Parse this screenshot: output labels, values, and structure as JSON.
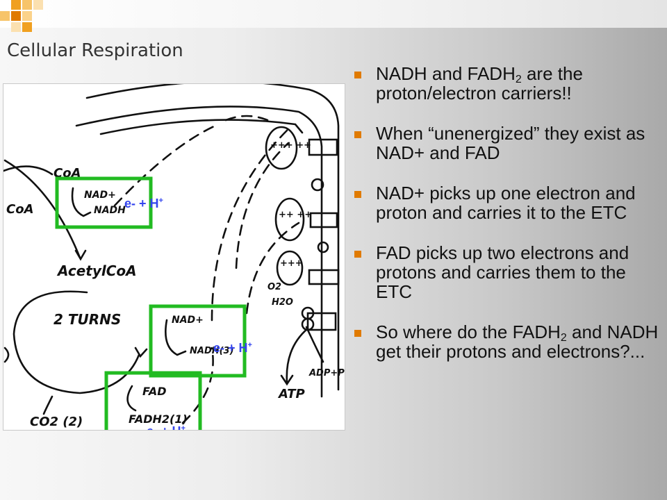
{
  "slide": {
    "title": "Cellular Respiration",
    "accent_color": "#e07a00",
    "highlight_box_color": "#22bb22",
    "label_color": "#3344ee"
  },
  "diagram": {
    "handwritten": {
      "coa": "CoA",
      "coa_left": "CoA",
      "nad_plus_1": "NAD+",
      "nadh_1": "NADH",
      "acetyl_coa": "AcetylCoA",
      "two_turns": "2 TURNS",
      "nad_plus_2": "NAD+",
      "nadh_2": "NADH(3)",
      "fad": "FAD",
      "fadh2": "FADH2(1)",
      "co2": "CO2 (2)",
      "o2": "O2",
      "h2o": "H2O",
      "atp": "ATP",
      "adp": "ADP+Pi",
      "plus_a": "+++ ++",
      "plus_b": "++ ++",
      "plus_c": "+++"
    },
    "labels": [
      {
        "text": "e- + H",
        "sup": "+"
      },
      {
        "text": "e- + H",
        "sup": "+"
      },
      {
        "text": "e- + H",
        "sup": "+"
      }
    ]
  },
  "bullets": [
    {
      "pre": "NADH and FADH",
      "sub": "2",
      "post": " are the proton/electron carriers!!"
    },
    {
      "pre": "When “unenergized” they exist as NAD+ and FAD",
      "sub": "",
      "post": ""
    },
    {
      "pre": "NAD+ picks up one electron and proton and carries it to the ETC",
      "sub": "",
      "post": ""
    },
    {
      "pre": "FAD picks up two electrons and protons and carries them to the ETC",
      "sub": "",
      "post": ""
    },
    {
      "pre": "So where do the FADH",
      "sub": "2",
      "post": " and NADH get their protons and electrons?..."
    }
  ]
}
